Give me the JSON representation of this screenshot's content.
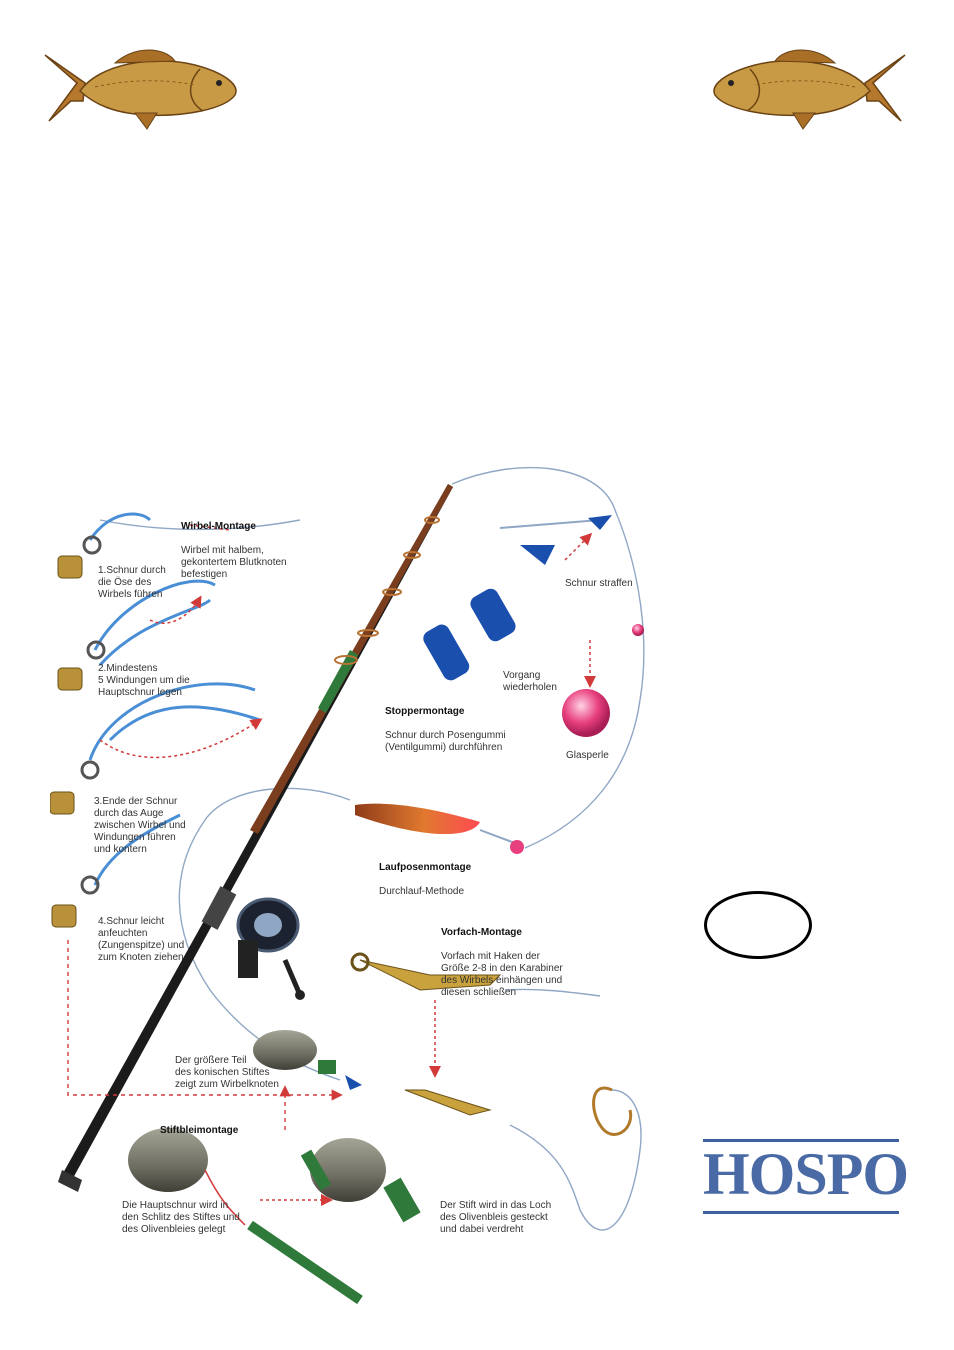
{
  "brand": {
    "logo_text": "HOSPO",
    "color": "#4a6aa5"
  },
  "wirbel": {
    "title": "Wirbel-Montage",
    "desc": "Wirbel mit halbem,\ngekontertem Blutknoten\nbefestigen",
    "step1": "1.Schnur durch\ndie Öse des\nWirbels führen",
    "step2": "2.Mindestens\n5 Windungen um die\nHauptschnur legen",
    "step3": "3.Ende der Schnur\ndurch das Auge\nzwischen Wirbel und\nWindungen führen\nund kontern",
    "step4": "4.Schnur leicht\nanfeuchten\n(Zungenspitze) und\nzum Knoten ziehen"
  },
  "stopper": {
    "title": "Stoppermontage",
    "desc": "Schnur durch Posengummi\n(Ventilgummi) durchführen",
    "repeat": "Vorgang\nwiederholen",
    "tighten": "Schnur straffen",
    "bead": "Glasperle"
  },
  "laufpose": {
    "title": "Laufposenmontage",
    "desc": "Durchlauf-Methode"
  },
  "vorfach": {
    "title": "Vorfach-Montage",
    "desc": "Vorfach mit Haken der\nGröße 2-8 in den Karabiner\ndes Wirbels einhängen und\ndiesen schließen"
  },
  "konisch": "Der größere Teil\ndes konischen Stiftes\nzeigt zum Wirbelknoten",
  "stiftblei": {
    "title": "Stiftbleimontage",
    "left": "Die Hauptschnur wird in\nden Schlitz des Stiftes und\ndes Olivenbleies gelegt",
    "right": "Der Stift wird in das Loch\ndes Olivenbleis gesteckt\nund dabei verdreht"
  },
  "colors": {
    "line": "#8fa7c4",
    "arrow": "#d23a3a",
    "rod_dark": "#1b1b1b",
    "rod_brown": "#7a3d1e",
    "lead": "#6e6e62",
    "float_blue": "#1a4fae"
  }
}
